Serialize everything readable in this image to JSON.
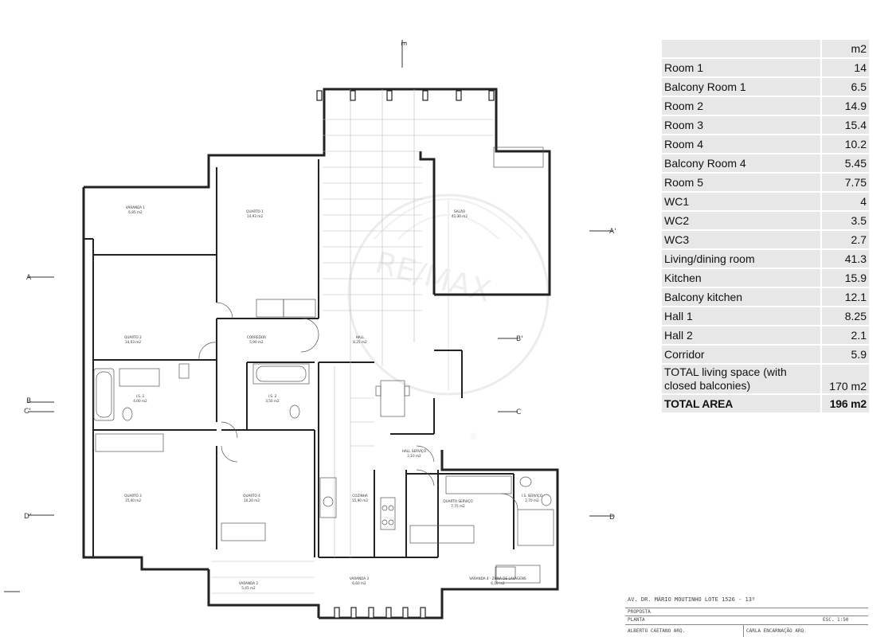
{
  "plan": {
    "axis_markers": [
      "A",
      "A'",
      "B",
      "B'",
      "C",
      "C'",
      "D",
      "D'",
      "E"
    ],
    "rooms": [
      {
        "name": "VARANDA 1",
        "area": "6,85 m2"
      },
      {
        "name": "QUARTO 1",
        "area": "14,93 m2"
      },
      {
        "name": "SALÃO",
        "area": "41,30 m2"
      },
      {
        "name": "QUARTO 2",
        "area": "14,03 m2"
      },
      {
        "name": "CORREDOR",
        "area": "5,90 m2"
      },
      {
        "name": "HALL",
        "area": "8,25 m2"
      },
      {
        "name": "I.S. 1",
        "area": "4,00 m2"
      },
      {
        "name": "I.S. 2",
        "area": "3,50 m2"
      },
      {
        "name": "HALL SERVIÇO",
        "area": "2,10 m2"
      },
      {
        "name": "QUARTO 3",
        "area": "15,40 m2"
      },
      {
        "name": "QUARTO 4",
        "area": "10,20 m2"
      },
      {
        "name": "COZINHA",
        "area": "15,90 m2"
      },
      {
        "name": "QUARTO SERVIÇO",
        "area": "7,75 m2"
      },
      {
        "name": "I.S. SERVIÇO",
        "area": "2,70 m2"
      },
      {
        "name": "VARANDA 2",
        "area": "5,45 m2"
      },
      {
        "name": "VARANDA 3",
        "area": "6,60 m2"
      },
      {
        "name": "VARANDA 4 - ZONA DE LAVAGENS",
        "area": "6,10 m2"
      }
    ],
    "watermark": "RE/MAX"
  },
  "table": {
    "unit_header": "m2",
    "rows": [
      {
        "label": "Room 1",
        "value": "14"
      },
      {
        "label": "Balcony Room 1",
        "value": "6.5"
      },
      {
        "label": "Room 2",
        "value": "14.9"
      },
      {
        "label": "Room 3",
        "value": "15.4"
      },
      {
        "label": "Room 4",
        "value": "10.2"
      },
      {
        "label": "Balcony Room 4",
        "value": "5.45"
      },
      {
        "label": "Room 5",
        "value": "7.75"
      },
      {
        "label": "WC1",
        "value": "4"
      },
      {
        "label": "WC2",
        "value": "3.5"
      },
      {
        "label": "WC3",
        "value": "2.7"
      },
      {
        "label": "Living/dining room",
        "value": "41.3"
      },
      {
        "label": "Kitchen",
        "value": "15.9"
      },
      {
        "label": "Balcony kitchen",
        "value": "12.1"
      },
      {
        "label": "Hall 1",
        "value": "8.25"
      },
      {
        "label": "Hall 2",
        "value": "2.1"
      },
      {
        "label": "Corridor",
        "value": "5.9"
      }
    ],
    "total_living_label": "TOTAL living space (with closed balconies)",
    "total_living_value": "170 m2",
    "total_area_label": "TOTAL AREA",
    "total_area_value": "196 m2"
  },
  "titleblock": {
    "address": "AV. DR. MÁRIO MOUTINHO LOTE 1526 - 13º",
    "stage": "PROPOSTA",
    "drawing": "PLANTA",
    "scale": "ESC. 1:50",
    "architect": "ALBERTO CAETANO ARQ.",
    "architect2": "CARLA ENCARNAÇÃO ARQ."
  }
}
